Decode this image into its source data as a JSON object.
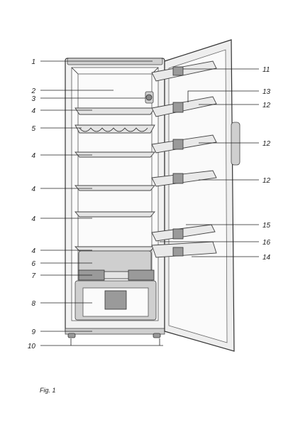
{
  "figure": {
    "caption": "Fig. 1",
    "callouts_left": [
      "1",
      "2",
      "3",
      "4",
      "5",
      "4",
      "4",
      "4",
      "4",
      "6",
      "7",
      "8",
      "9",
      "10"
    ],
    "callouts_right": [
      "11",
      "13",
      "12",
      "12",
      "12",
      "15",
      "16",
      "14"
    ]
  }
}
